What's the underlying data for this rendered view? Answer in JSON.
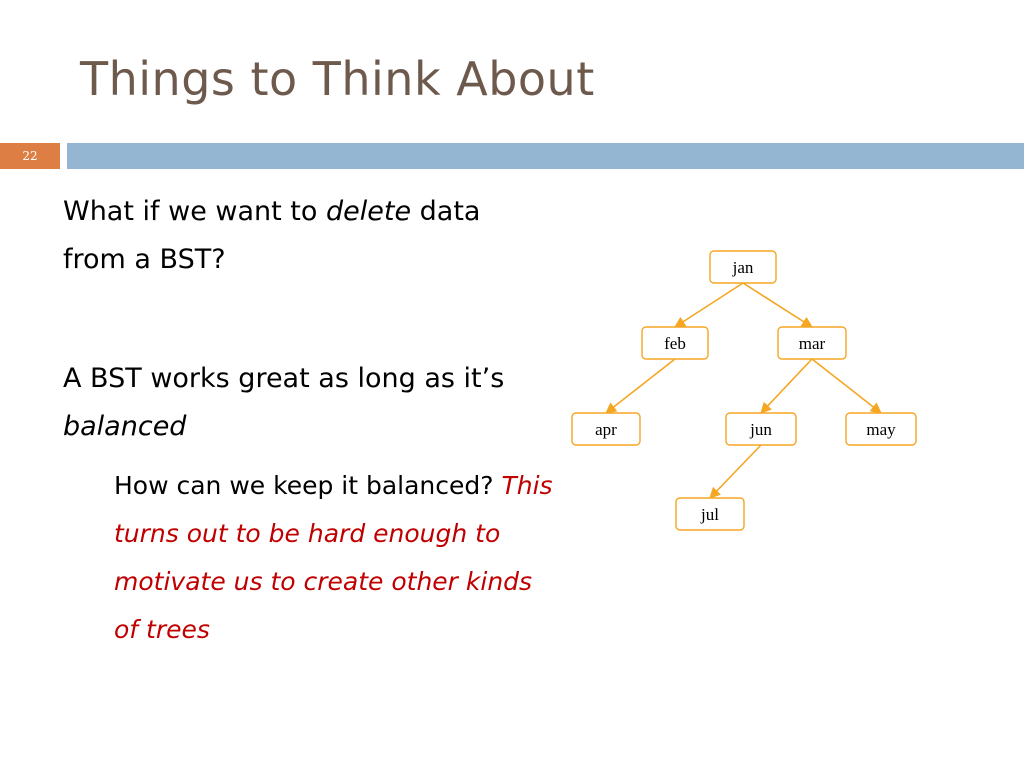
{
  "slide": {
    "title": "Things to Think About",
    "slide_number": "22",
    "p1_text": "What if we want to ",
    "p1_italic": "delete",
    "p1_text_2": " data from a BST?",
    "p2_text": "A BST works great as long as it’s ",
    "p2_italic": "balanced",
    "p3_text": "How can we keep it balanced?  ",
    "p3_red": "This turns out to be hard enough to motivate us to create other kinds of trees"
  },
  "tree": {
    "colors": {
      "edge": "#f5a623",
      "node_border": "#f5a623"
    },
    "nodes": [
      {
        "id": "jan",
        "label": "jan"
      },
      {
        "id": "feb",
        "label": "feb"
      },
      {
        "id": "mar",
        "label": "mar"
      },
      {
        "id": "apr",
        "label": "apr"
      },
      {
        "id": "jun",
        "label": "jun"
      },
      {
        "id": "may",
        "label": "may"
      },
      {
        "id": "jul",
        "label": "jul"
      }
    ],
    "edges": [
      {
        "from": "jan",
        "to": "feb"
      },
      {
        "from": "jan",
        "to": "mar"
      },
      {
        "from": "feb",
        "to": "apr"
      },
      {
        "from": "mar",
        "to": "jun"
      },
      {
        "from": "mar",
        "to": "may"
      },
      {
        "from": "jun",
        "to": "jul"
      }
    ]
  }
}
